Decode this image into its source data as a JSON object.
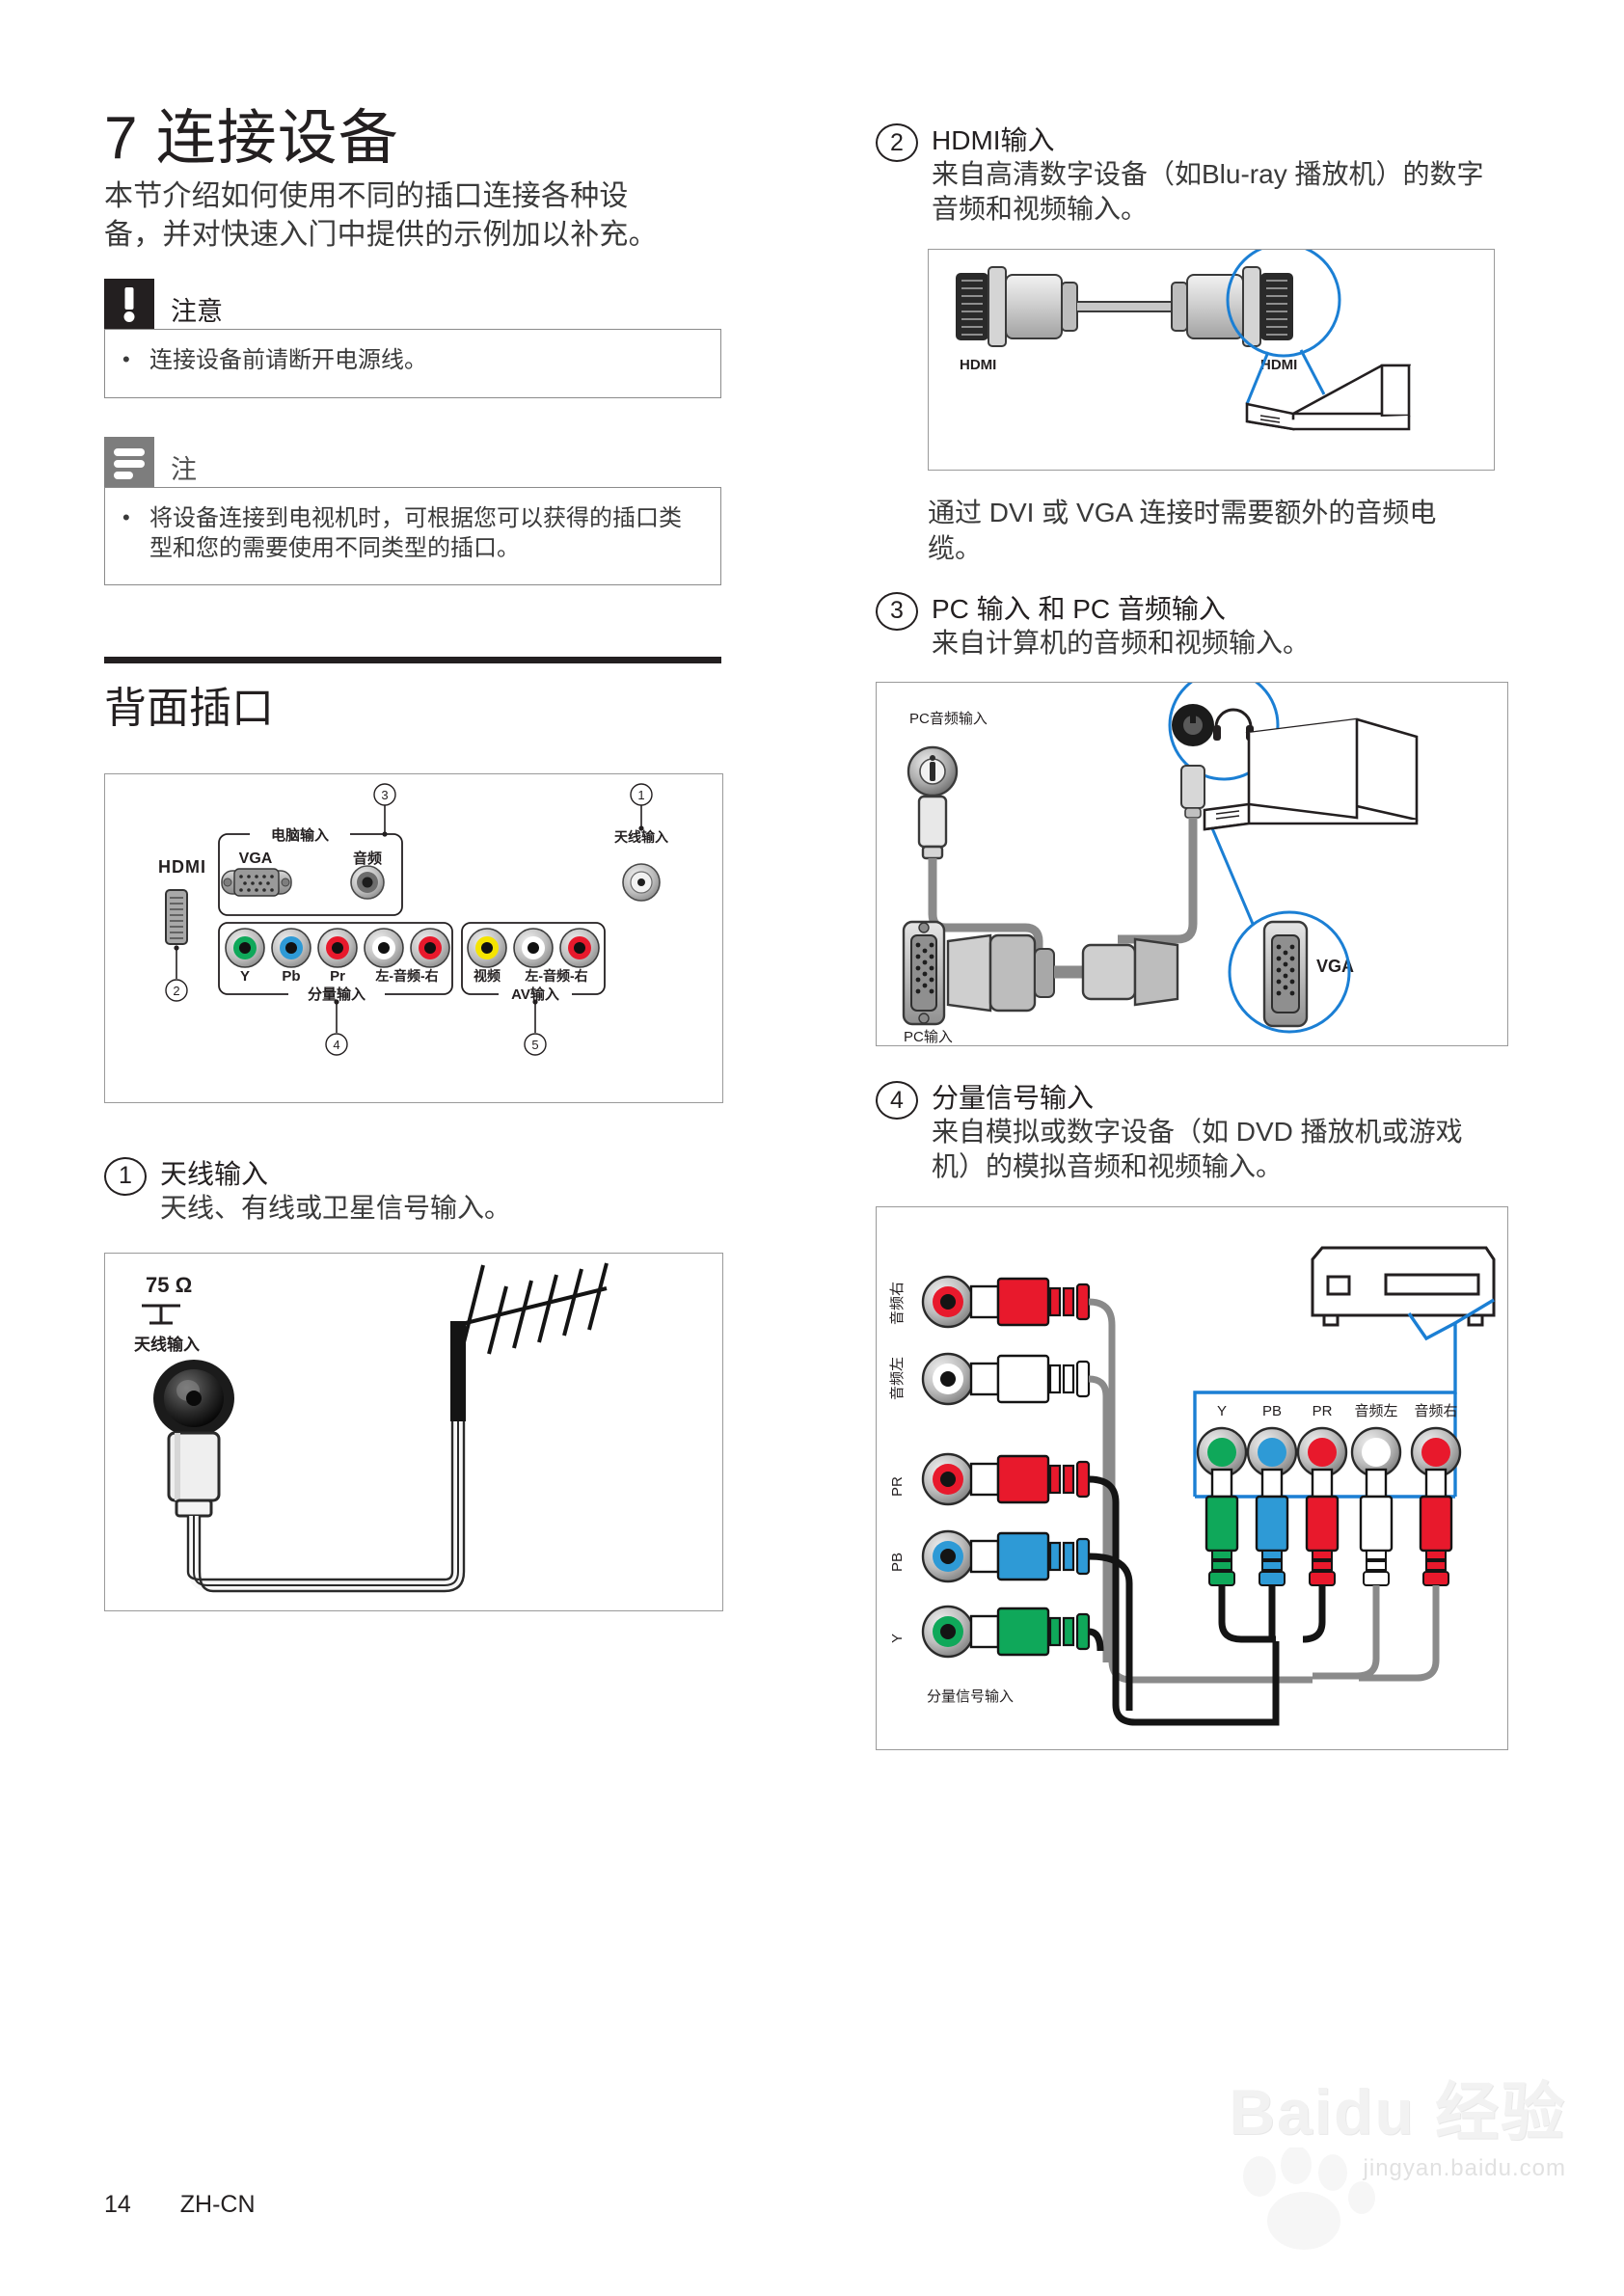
{
  "document": {
    "chapter_number": "7",
    "chapter_title": "连接设备",
    "intro": "本节介绍如何使用不同的插口连接各种设备，并对快速入门中提供的示例加以补充。",
    "footer_page": "14",
    "footer_lang": "ZH-CN"
  },
  "caution": {
    "icon": "exclamation-icon",
    "title": "注意",
    "bullet": "•",
    "items": [
      "连接设备前请断开电源线。"
    ]
  },
  "note": {
    "icon": "note-lines-icon",
    "title": "注",
    "bullet": "•",
    "items": [
      "将设备连接到电视机时，可根据您可以获得的插口类型和您的需要使用不同类型的插口。"
    ]
  },
  "section_rear": {
    "title": "背面插口"
  },
  "rear_panel_figure": {
    "callouts": [
      "1",
      "2",
      "3",
      "4",
      "5"
    ],
    "labels": {
      "hdmi": "HDMI",
      "antenna": "天线输入",
      "pc_group": "电脑输入",
      "vga": "VGA",
      "pc_audio": "音频",
      "component_group": "分量输入",
      "av_group": "AV输入",
      "y": "Y",
      "pb": "Pb",
      "pr": "Pr",
      "audio_lr": "左-音频-右",
      "video": "视频",
      "av_audio_lr": "左-音频-右"
    }
  },
  "items": [
    {
      "number": "1",
      "title": "天线输入",
      "desc": "天线、有线或卫星信号输入。"
    },
    {
      "number": "2",
      "title": "HDMI输入",
      "desc": "来自高清数字设备（如Blu-ray 播放机）的数字音频和视频输入。"
    },
    {
      "number": "3",
      "title": "PC 输入 和 PC 音频输入",
      "desc": "来自计算机的音频和视频输入。"
    },
    {
      "number": "4",
      "title": "分量信号输入",
      "desc": "来自模拟或数字设备（如 DVD 播放机或游戏机）的模拟音频和视频输入。"
    }
  ],
  "hdmi_note": "通过 DVI 或 VGA 连接时需要额外的音频电缆。",
  "antenna_figure": {
    "ohm": "75 Ω",
    "label": "天线输入"
  },
  "hdmi_figure": {
    "left_label": "HDMI",
    "right_label": "HDMI"
  },
  "pc_figure": {
    "pc_audio_label": "PC音频输入",
    "pc_in_label": "PC输入",
    "vga_label": "VGA"
  },
  "component_figure": {
    "tv_side_labels": [
      "音频右",
      "音频左",
      "PR",
      "PB",
      "Y"
    ],
    "caption": "分量信号输入",
    "device_labels": [
      "Y",
      "PB",
      "PR",
      "音频左",
      "音频右"
    ]
  },
  "watermark": {
    "main": "Baidu 经验",
    "sub": "jingyan.baidu.com"
  },
  "colors": {
    "accent_blue": "#1b7fd4",
    "green": "#0fa85a",
    "blue": "#2e9ad6",
    "red": "#e8192c",
    "yellow": "#f5e400",
    "white_jack": "#ffffff",
    "grey_body": "#b8b8b8",
    "text": "#231f20"
  }
}
